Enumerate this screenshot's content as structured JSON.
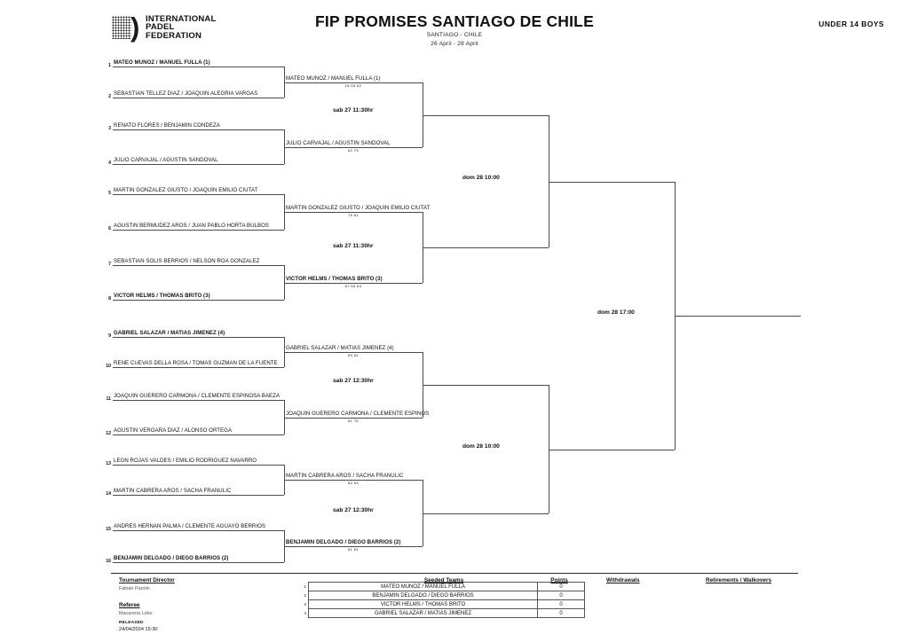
{
  "header": {
    "logo_line1": "INTERNATIONAL",
    "logo_line2": "PADEL",
    "logo_line3": "FEDERATION",
    "title": "FIP PROMISES SANTIAGO DE CHILE",
    "location": "SANTIAGO - CHILE",
    "dates": "26 April - 28 April",
    "category": "UNDER 14 BOYS"
  },
  "round1": [
    {
      "seed": "1",
      "name": "MATEO MUNOZ / MANUEL FULLA (1)",
      "bold": true
    },
    {
      "seed": "2",
      "name": "SEBASTIAN TELLEZ DIAZ / JOAQUIN ALEGRIA VARGAS",
      "bold": false
    },
    {
      "seed": "3",
      "name": "RENATO FLORES / BENJAMIN CONDEZA",
      "bold": false
    },
    {
      "seed": "4",
      "name": "JULIO CARVAJAL / AGUSTIN SANDOVAL",
      "bold": false
    },
    {
      "seed": "5",
      "name": "MARTIN GONZALEZ GIUSTO / JOAQUIN EMILIO CIUTAT",
      "bold": false
    },
    {
      "seed": "6",
      "name": "AGUSTIN BERMUDEZ AROS / JUAN PABLO HORTA BULBOS",
      "bold": false
    },
    {
      "seed": "7",
      "name": "SEBASTIAN SOLIS BERRIOS / NELSON ROA GONZALEZ",
      "bold": false
    },
    {
      "seed": "8",
      "name": "VICTOR HELMS / THOMAS BRITO (3)",
      "bold": true
    },
    {
      "seed": "9",
      "name": "GABRIEL SALAZAR / MATIAS JIMENEZ (4)",
      "bold": true
    },
    {
      "seed": "10",
      "name": "RENE CUEVAS DELLA ROSA / TOMAS GUZMAN DE LA FUENTE",
      "bold": false
    },
    {
      "seed": "11",
      "name": "JOAQUIN GUERERO CARMONA / CLEMENTE ESPINOSA BAEZA",
      "bold": false
    },
    {
      "seed": "12",
      "name": "AGUSTIN VERGARA DIAZ / ALONSO ORTEGA",
      "bold": false
    },
    {
      "seed": "13",
      "name": "LEON ROJAS VALDES / EMILIO RODRIGUEZ NAVARRO",
      "bold": false
    },
    {
      "seed": "14",
      "name": "MARTIN CABRERA AROS / SACHA FRANULIC",
      "bold": false
    },
    {
      "seed": "15",
      "name": "ANDRES HERNAN PALMA  / CLEMENTE AGUAYO BERRIOS",
      "bold": false
    },
    {
      "seed": "16",
      "name": "BENJAMIN DELGADO / DIEGO BARRIOS (2)",
      "bold": true
    }
  ],
  "round2": [
    {
      "name": "MATEO MUNOZ / MANUEL FULLA (1)",
      "score": "16 64 62",
      "bold": false
    },
    {
      "name": "JULIO CARVAJAL / AGUSTIN SANDOVAL",
      "score": "62 75",
      "bold": false
    },
    {
      "name": "MARTIN GONZALEZ GIUSTO / JOAQUIN EMILIO CIUTAT",
      "score": "75 61",
      "bold": false
    },
    {
      "name": "VICTOR HELMS / THOMAS BRITO (3)",
      "score": "67 63 64",
      "bold": true
    },
    {
      "name": "GABRIEL SALAZAR / MATIAS JIMENEZ (4)",
      "score": "63 61",
      "bold": false
    },
    {
      "name": "JOAQUIN GUERERO CARMONA / CLEMENTE ESPINOS",
      "score": "61 76",
      "bold": false
    },
    {
      "name": "MARTIN CABRERA AROS / SACHA FRANULIC",
      "score": "62 63",
      "bold": false
    },
    {
      "name": "BENJAMIN DELGADO / DIEGO BARRIOS (2)",
      "score": "61 61",
      "bold": true
    }
  ],
  "round_labels": {
    "qf1": "sab 27 11:30hr",
    "qf2": "sab 27 11:30hr",
    "qf3": "sab 27 12:30hr",
    "qf4": "sab 27 12:30hr",
    "sf1": "dom 28 10:00",
    "sf2": "dom 28 10:00",
    "final": "dom 28 17:00"
  },
  "footer": {
    "tournament_director_label": "Tournament Director",
    "tournament_director": "Fabián Parolin",
    "referee_label": "Referee",
    "referee": "Macarena Lobo",
    "released_label": "RELEASED",
    "released_date": "24/04/2024 15:30",
    "seeded_header": "Seeded Teams",
    "points_header": "Points",
    "withdrawals_header": "Withdrawals",
    "retirements_header": "Retirements / Walkovers",
    "seeded": [
      {
        "n": "1",
        "team": "MATEO MUNOZ / MANUEL FULLA",
        "points": "0"
      },
      {
        "n": "2",
        "team": "BENJAMIN DELGADO / DIEGO BARRIOS",
        "points": "0"
      },
      {
        "n": "3",
        "team": "VICTOR HELMS / THOMAS BRITO",
        "points": "0"
      },
      {
        "n": "4",
        "team": "GABRIEL SALAZAR / MATIAS JIMENEZ",
        "points": "0"
      }
    ]
  }
}
